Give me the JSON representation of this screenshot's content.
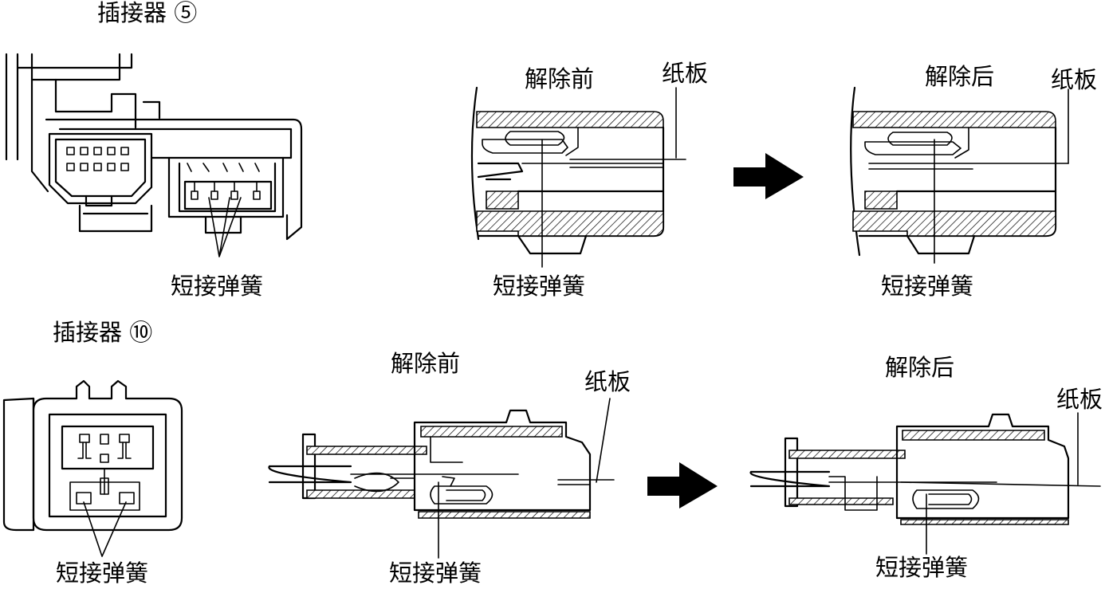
{
  "connector5": {
    "title": "插接器 ⑤",
    "spring_label": "短接弹簧"
  },
  "connector10": {
    "title": "插接器 ⑩",
    "spring_label": "短接弹簧"
  },
  "top_before": {
    "state": "解除前",
    "board": "纸板",
    "spring": "短接弹簧"
  },
  "top_after": {
    "state": "解除后",
    "board": "纸板",
    "spring": "短接弹簧"
  },
  "bottom_before": {
    "state": "解除前",
    "board": "纸板",
    "spring": "短接弹簧"
  },
  "bottom_after": {
    "state": "解除后",
    "board": "纸板",
    "spring": "短接弹簧"
  },
  "icons": {
    "top_arrow": "right-arrow-icon",
    "bottom_arrow": "right-arrow-icon"
  }
}
